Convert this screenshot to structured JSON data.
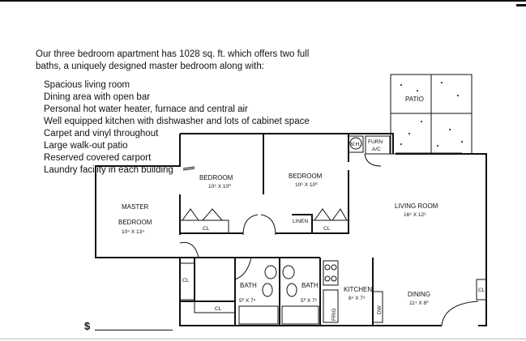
{
  "intro": "Our three bedroom apartment has 1028 sq. ft. which offers two full baths, a uniquely designed master bedroom along with:",
  "features": [
    "Spacious living room",
    "Dining area with open bar",
    "Personal hot water heater, furnace and central air",
    "Well equipped kitchen with dishwasher and lots of cabinet space",
    "Carpet and vinyl throughout",
    "Large walk-out patio",
    "Reserved covered carport",
    "Laundry facility in each building"
  ],
  "price_symbol": "$",
  "rooms": {
    "patio": "PATIO",
    "furn": "FURN",
    "ac": "A/C",
    "wh": "W.H.",
    "bedroom1": {
      "label": "BEDROOM",
      "size": "10⁶ X 10⁰"
    },
    "bedroom2": {
      "label": "BEDROOM",
      "size": "10⁶ X 10⁰"
    },
    "master": {
      "label1": "MASTER",
      "label2": "BEDROOM",
      "size": "10⁴ X 13⁴"
    },
    "living": {
      "label": "LIVING ROOM",
      "size": "16⁶ X 12⁶"
    },
    "linen": "LINEN",
    "closet": "CL",
    "bath1": {
      "label": "BATH",
      "size": "5⁰ X 7⁵"
    },
    "bath2": {
      "label": "BATH",
      "size": "5⁰ X 7⁵"
    },
    "kitchen": {
      "label": "KITCHEN",
      "size": "8⁴ X 7⁵"
    },
    "dining": {
      "label": "DINING",
      "size": "11⁴ X 8⁰"
    },
    "frig": "FRIG",
    "dw": "DW"
  }
}
